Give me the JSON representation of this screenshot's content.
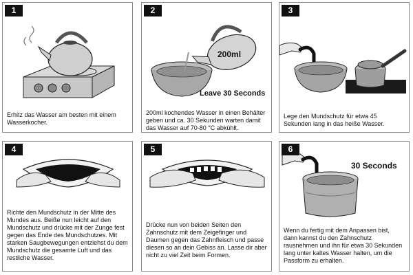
{
  "steps": [
    {
      "number": "1",
      "text": "Erhitz das Wasser am besten mit einem Wasserkocher."
    },
    {
      "number": "2",
      "text": "200ml kochendes Wasser in einen Behälter geben und ca. 30 Sekunden warten damit das Wasser auf 70-80 °C abkühlt.",
      "label_volume": "200ml",
      "label_wait": "Leave 30 Seconds"
    },
    {
      "number": "3",
      "text": "Lege den Mundschutz für etwa 45 Sekunden lang in das heiße Wasser."
    },
    {
      "number": "4",
      "text": "Richte den Mundschutz in der Mitte des Mundes aus. Beiße nun leicht auf den Mundschutz und drücke mit der Zunge fest gegen das Ende des Mundschutzes. Mit starken Saugbewegungen entziehst du dem Mundschutz die gesamte Luft und das restliche Wasser."
    },
    {
      "number": "5",
      "text": "Drücke nun von beiden Seiten den Zahnschutz mit dem Zeigefinger und Daumen gegen das Zahnfleisch und passe diesen so an dein Gebiss an. Lasse dir aber nicht zu viel Zeit beim Formen."
    },
    {
      "number": "6",
      "text": "Wenn du fertig mit dem Anpassen bist, dann kannst du den Zahnschutz rausnehmen und ihn für etwa 30 Sekunden lang unter kaltes Wasser halten, um die Passform zu erhalten.",
      "label_time": "30 Seconds"
    }
  ]
}
